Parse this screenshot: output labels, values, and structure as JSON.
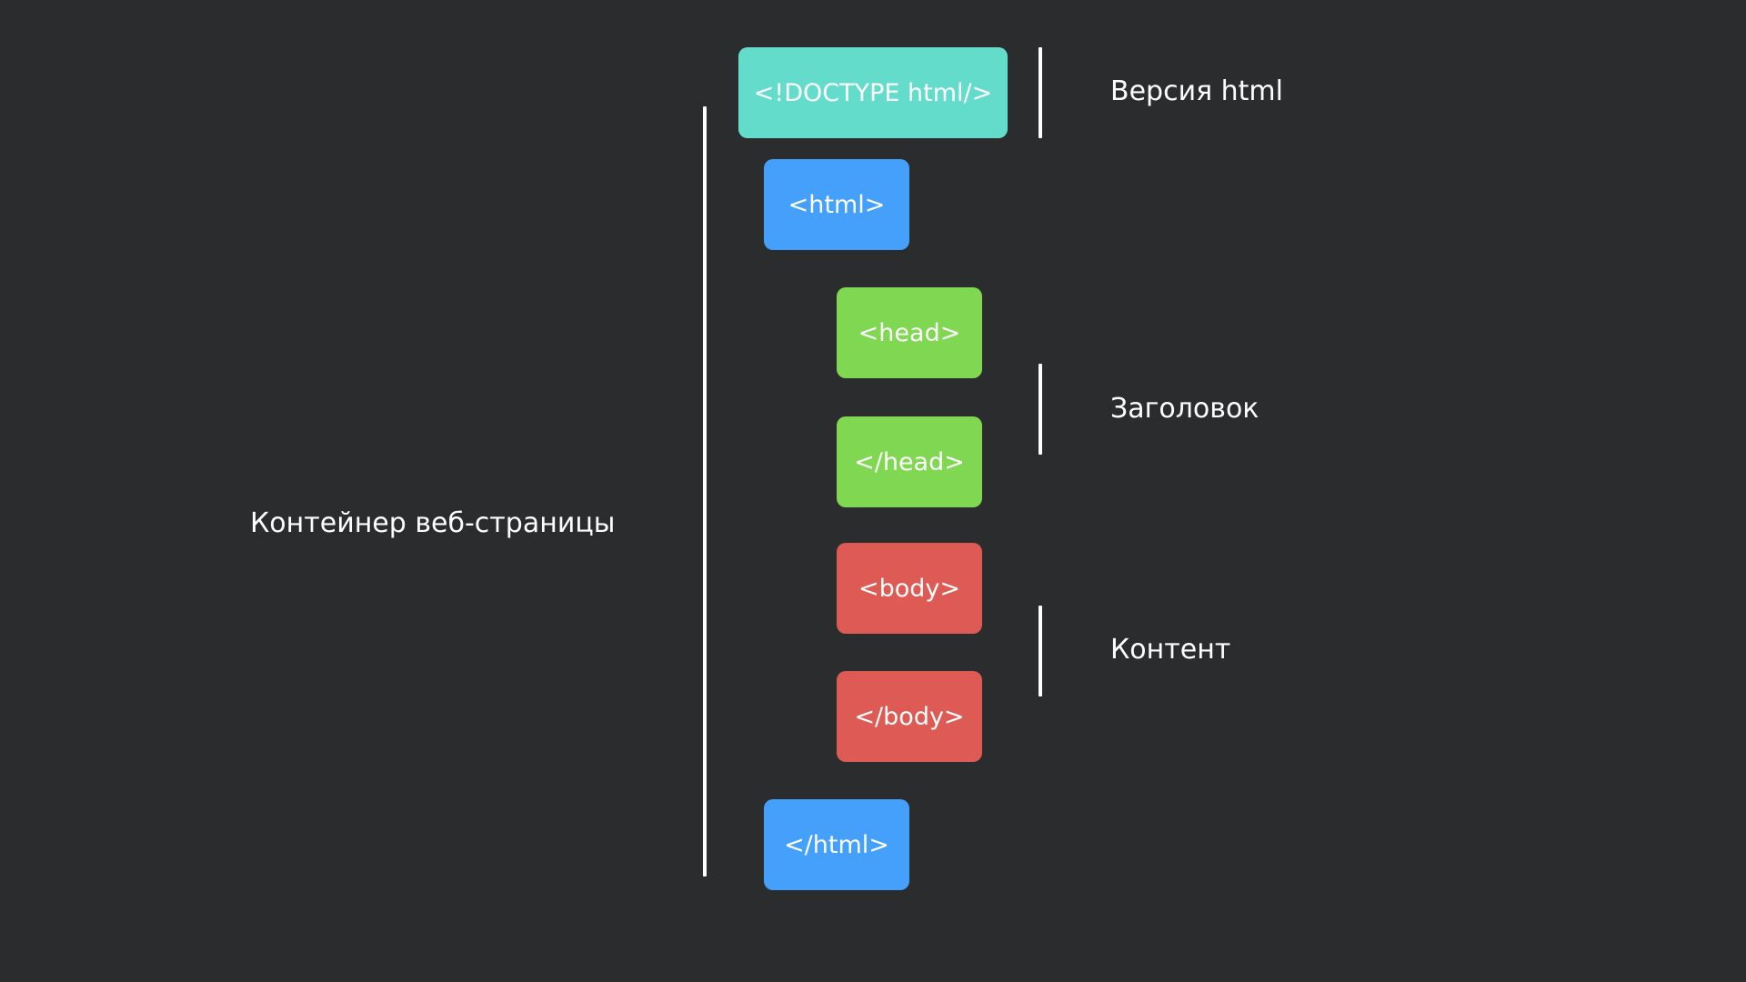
{
  "colors": {
    "background": "#2b2c2e",
    "doctype": "#64dccc",
    "html": "#44a0fa",
    "head": "#80d752",
    "body": "#dd5a55",
    "text": "#ffffff"
  },
  "tags": {
    "doctype": "<!DOCTYPE html/>",
    "html_open": "<html>",
    "head_open": "<head>",
    "head_close": "</head>",
    "body_open": "<body>",
    "body_close": "</body>",
    "html_close": "</html>"
  },
  "labels": {
    "container": "Контейнер веб-страницы",
    "version": "Версия html",
    "header": "Заголовок",
    "content": "Контент"
  }
}
